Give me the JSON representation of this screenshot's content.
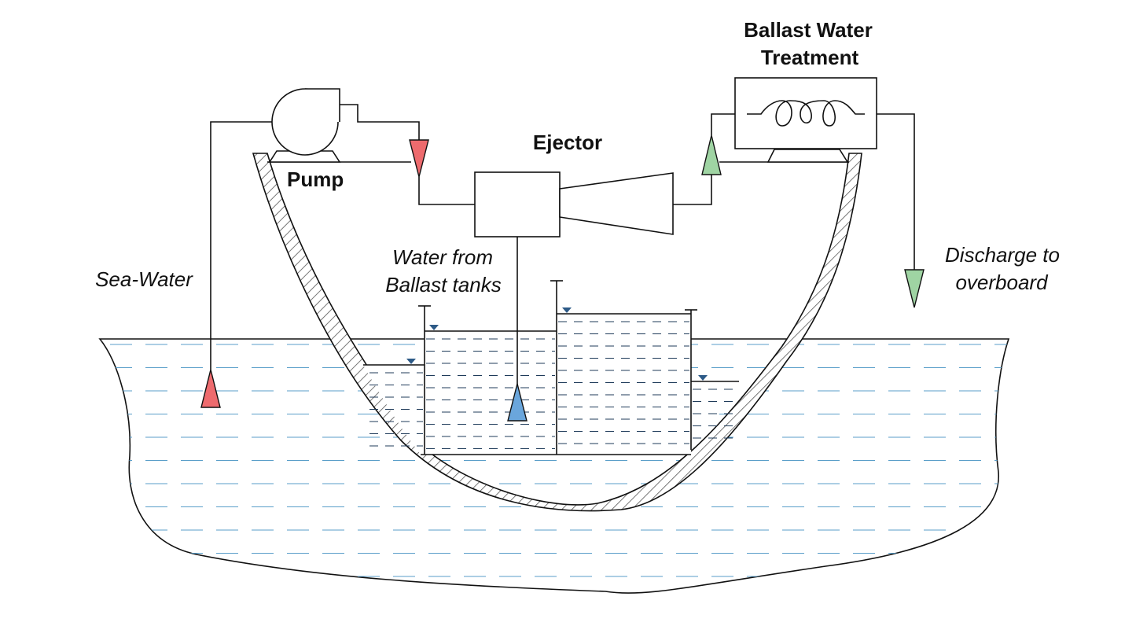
{
  "labels": {
    "pump": "Pump",
    "ejector": "Ejector",
    "treatment_line1": "Ballast Water",
    "treatment_line2": "Treatment",
    "sea_water": "Sea-Water",
    "ballast_line1": "Water from",
    "ballast_line2": "Ballast tanks",
    "discharge_line1": "Discharge to",
    "discharge_line2": "overboard"
  },
  "colors": {
    "inflow_arrow": "#ee6b6e",
    "ballast_arrow": "#6aa6dc",
    "outflow_arrow": "#9fd4a3",
    "water_dash": "#5a9ec9",
    "tank_dash": "#1f3b5a",
    "level_marker": "#2d5a87",
    "line": "#111111"
  }
}
